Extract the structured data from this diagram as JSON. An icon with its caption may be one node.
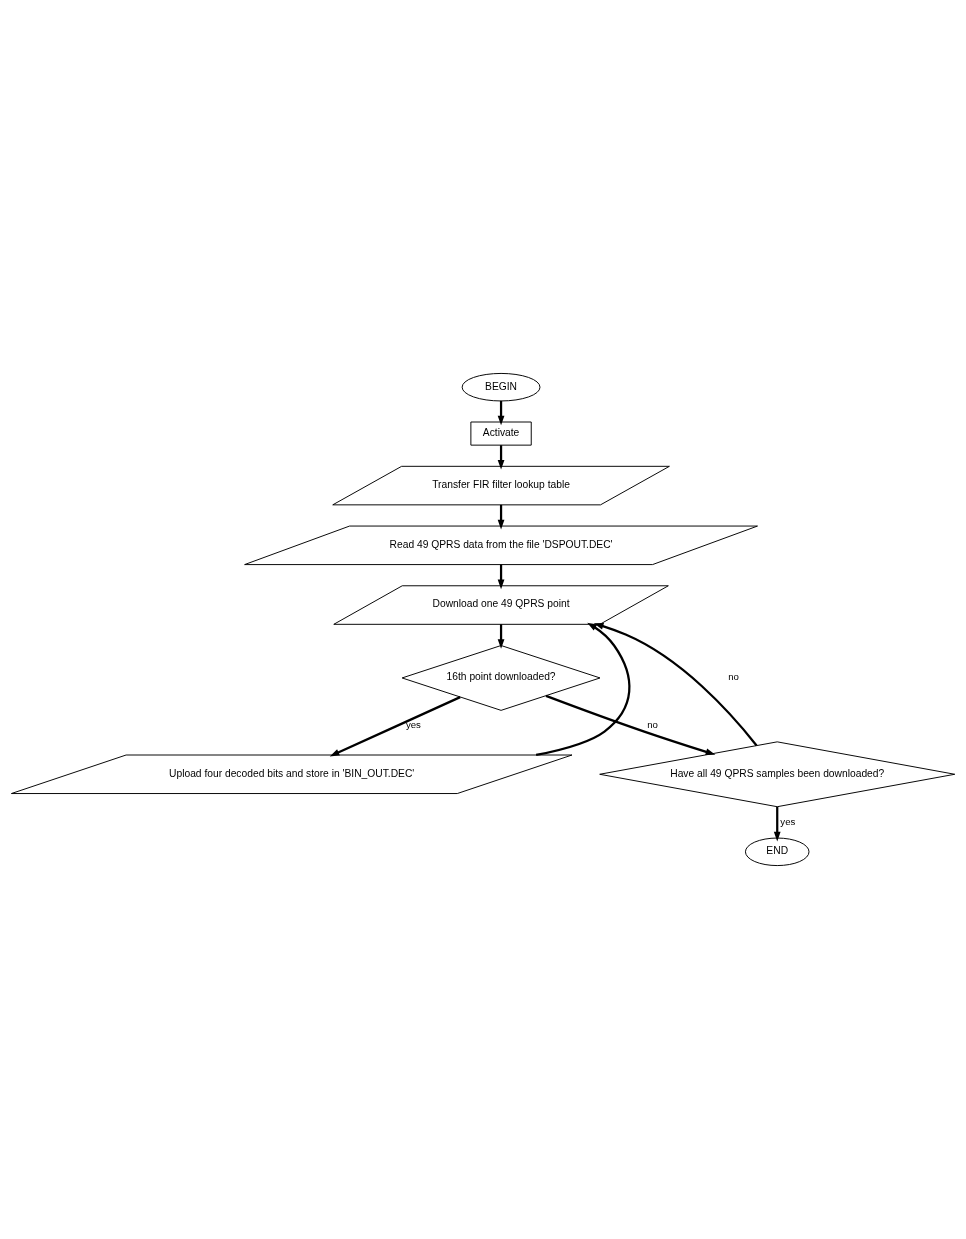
{
  "diagram": {
    "nodes": [
      {
        "text": [
          "BEGIN"
        ]
      },
      {
        "text": [
          "Activate"
        ]
      },
      {
        "text": [
          "Transfer FIR filter lookup table"
        ]
      },
      {
        "text": [
          "Read 49 QPRS data from the file 'DSPOUT.DEC'"
        ]
      },
      {
        "text": [
          "Download one 49 QPRS point"
        ]
      },
      {
        "text": [
          "16th point downloaded?"
        ]
      },
      {
        "text": [
          "Upload four decoded bits and store in 'BIN_OUT.DEC'"
        ]
      },
      {
        "text": [
          "Have all 49 QPRS samples been downloaded?"
        ]
      },
      {
        "text": [
          "END"
        ]
      }
    ],
    "edges": [
      {
        "from": 0,
        "to": 1,
        "arrow": "to"
      },
      {
        "from": 1,
        "to": 2,
        "arrow": "to"
      },
      {
        "from": 2,
        "to": 3,
        "arrow": "to"
      },
      {
        "from": 3,
        "to": 4,
        "arrow": "to"
      },
      {
        "from": 4,
        "to": 5,
        "arrow": "to"
      },
      {
        "from": 5,
        "to": 6,
        "arrow": "to",
        "label": "yes"
      },
      {
        "from": 6,
        "to": 4,
        "arrow": "to"
      },
      {
        "from": 5,
        "to": 7,
        "arrow": "to",
        "label": "no"
      },
      {
        "from": 7,
        "to": 4,
        "arrow": "to",
        "label": "no"
      },
      {
        "from": 7,
        "to": 8,
        "arrow": "to",
        "label": "yes"
      }
    ]
  }
}
